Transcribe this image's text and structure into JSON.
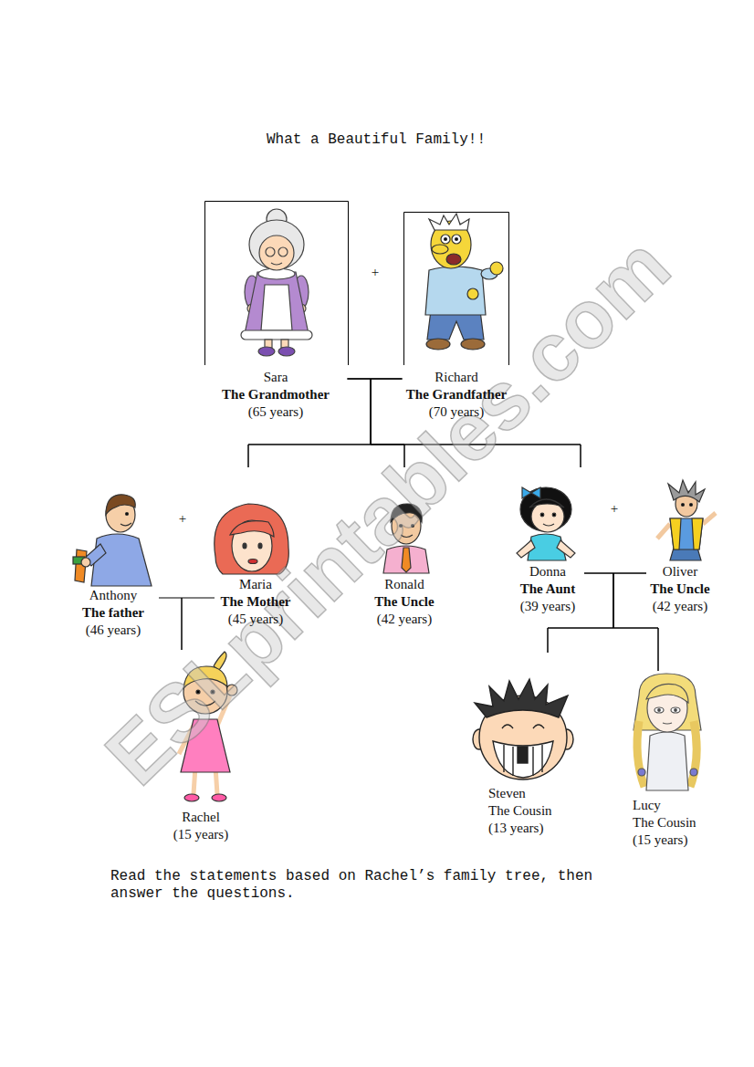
{
  "diagram": {
    "title": "What a Beautiful Family!!",
    "nodes": [
      {
        "text": [
          "Sara",
          "The Grandmother",
          "(65 years)"
        ]
      },
      {
        "text": [
          "Richard",
          "The Grandfather",
          "(70 years)"
        ]
      },
      {
        "text": [
          "Anthony",
          "The father",
          "(46 years)"
        ]
      },
      {
        "text": [
          "Maria",
          "The Mother",
          "(45 years)"
        ]
      },
      {
        "text": [
          "Ronald",
          "The Uncle",
          "(42 years)"
        ]
      },
      {
        "text": [
          "Donna",
          "The Aunt",
          "(39 years)"
        ]
      },
      {
        "text": [
          "Oliver",
          "The Uncle",
          "(42 years)"
        ]
      },
      {
        "text": [
          "Rachel",
          "(15 years)"
        ]
      },
      {
        "text": [
          "Steven",
          "The Cousin",
          "(13 years)"
        ]
      },
      {
        "text": [
          "Lucy",
          "The Cousin",
          "(15 years)"
        ]
      }
    ],
    "edges": [
      {
        "from": 0,
        "to": 3,
        "arrow": "none"
      },
      {
        "from": 0,
        "to": 4,
        "arrow": "none"
      },
      {
        "from": 0,
        "to": 5,
        "arrow": "none"
      },
      {
        "from": 1,
        "to": 3,
        "arrow": "none"
      },
      {
        "from": 1,
        "to": 4,
        "arrow": "none"
      },
      {
        "from": 1,
        "to": 5,
        "arrow": "none"
      },
      {
        "from": 2,
        "to": 7,
        "arrow": "none"
      },
      {
        "from": 3,
        "to": 7,
        "arrow": "none"
      },
      {
        "from": 5,
        "to": 8,
        "arrow": "none"
      },
      {
        "from": 5,
        "to": 9,
        "arrow": "none"
      },
      {
        "from": 6,
        "to": 8,
        "arrow": "none"
      },
      {
        "from": 6,
        "to": 9,
        "arrow": "none"
      }
    ],
    "labels": [
      "+",
      "+",
      "+",
      "Read the statements based on Rachel’s family tree, then answer the questions.",
      "ESLprintables.com"
    ]
  }
}
